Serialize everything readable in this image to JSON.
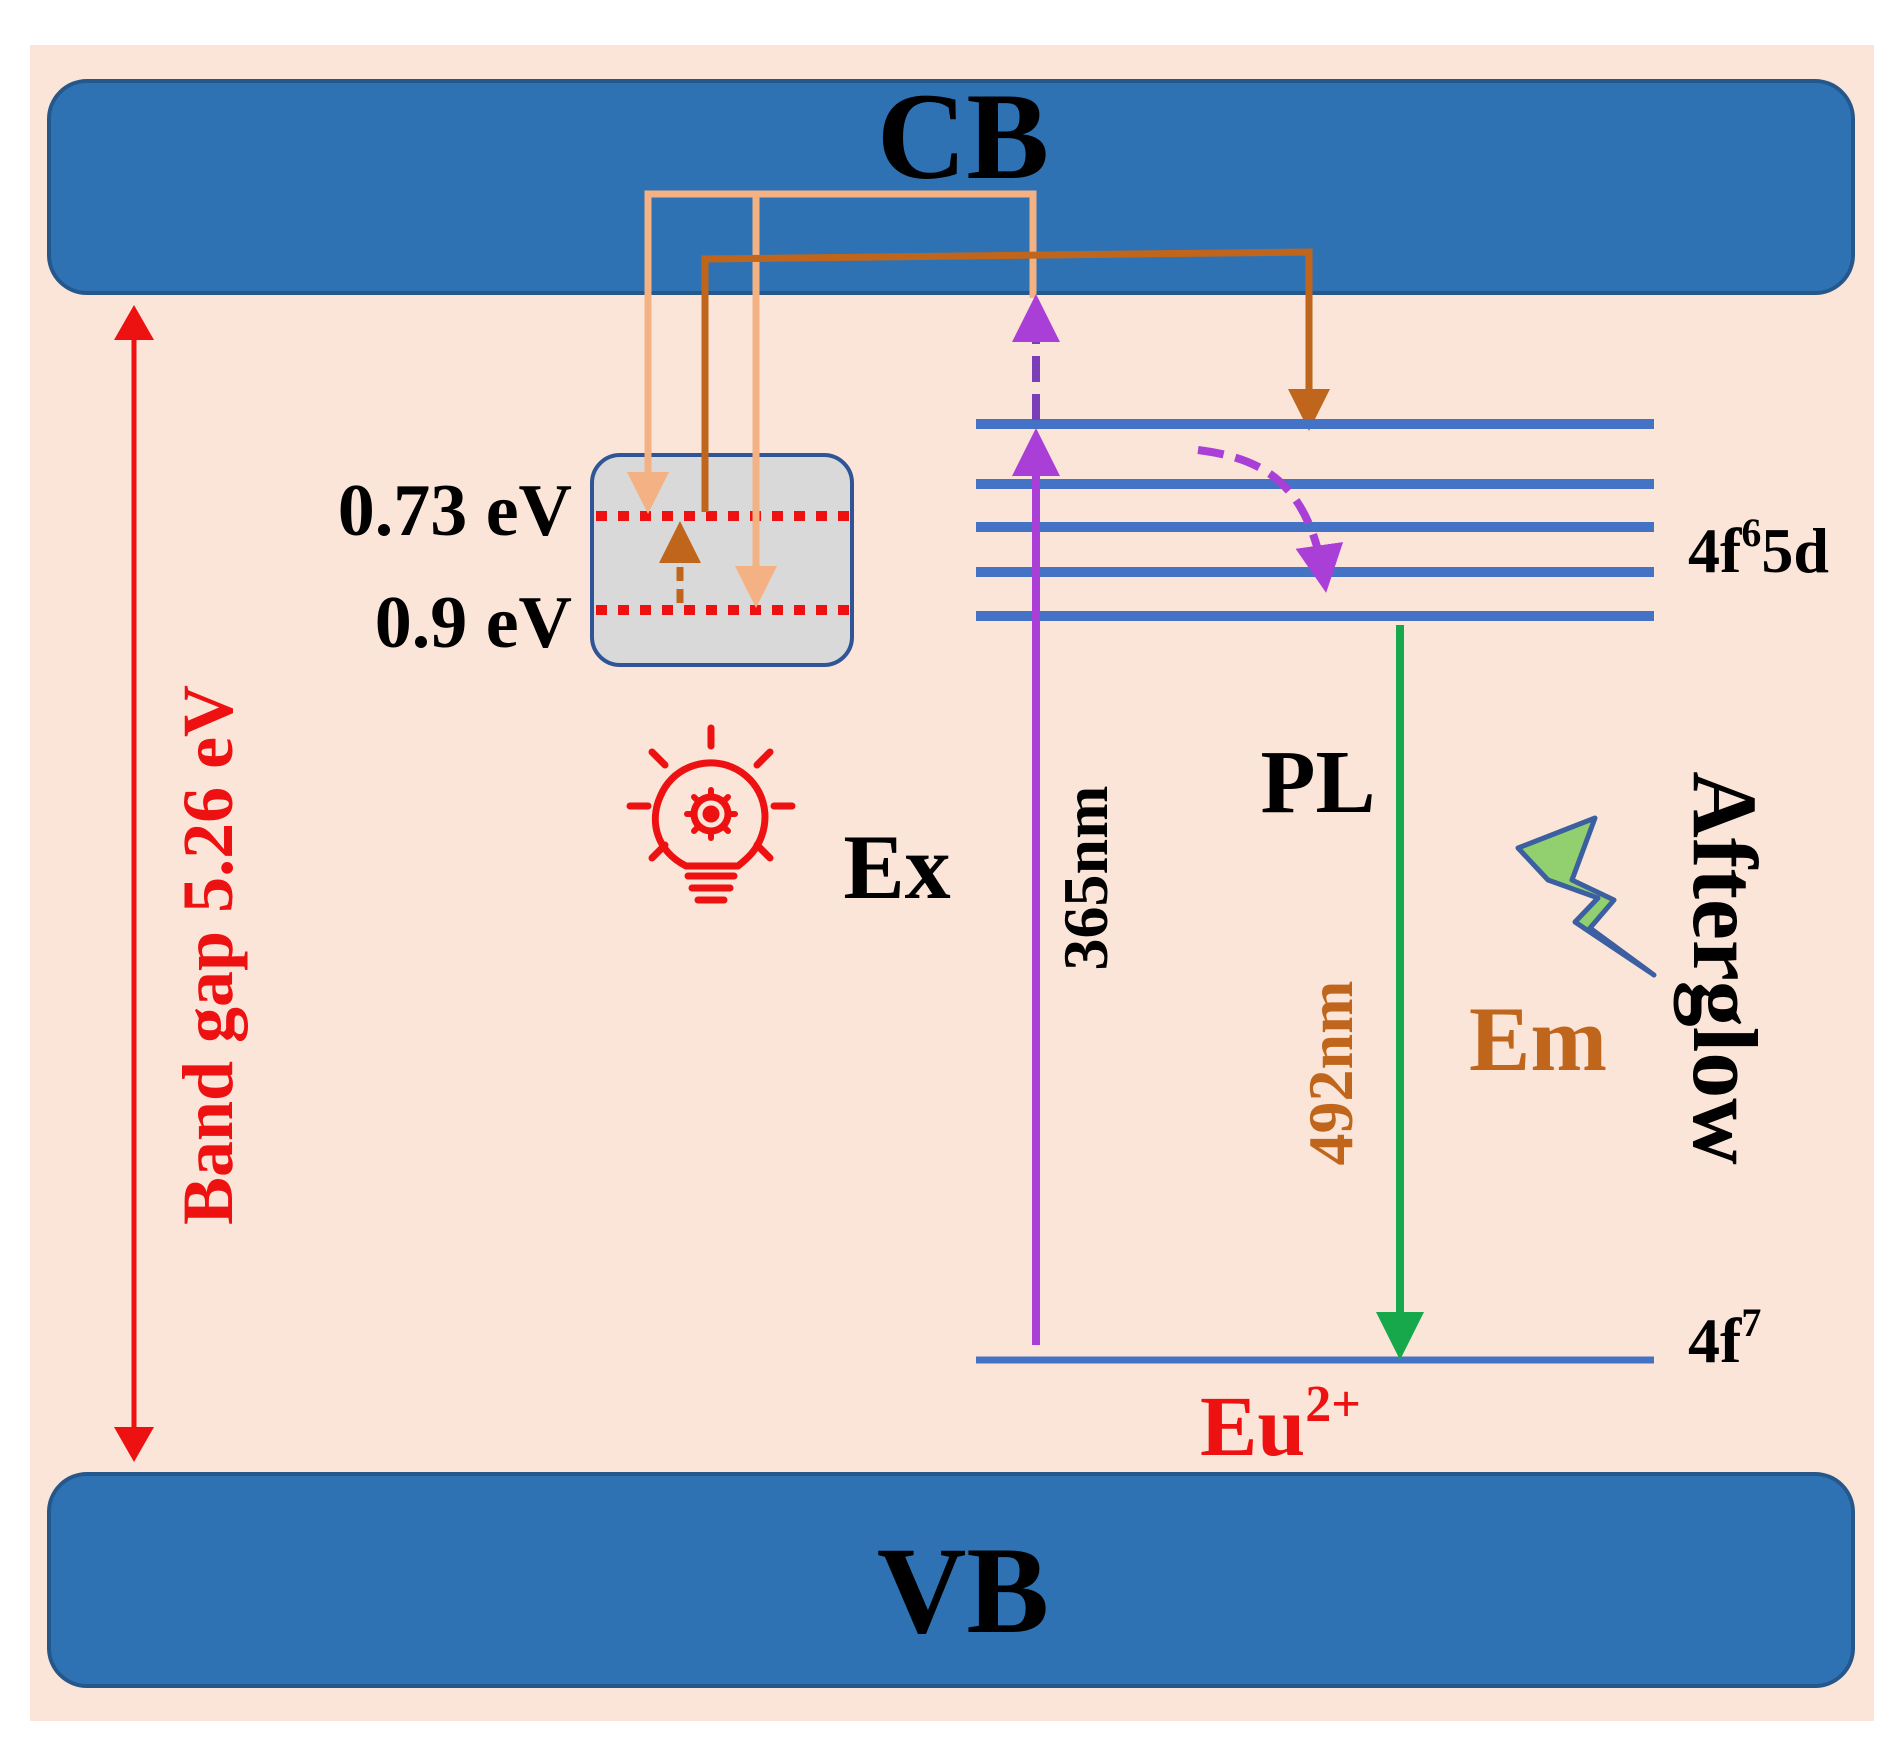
{
  "colors": {
    "panel_background": "#fae5d8",
    "band_fill": "#2e72b4",
    "band_stroke": "#26578a",
    "band_gap_arrow": "#ee1111",
    "level_line": "#4472c4",
    "trap_box_fill": "#d9d9d9",
    "trap_box_stroke": "#2f5597",
    "trap_level": "#ee1111",
    "light_orange_path": "#f4b183",
    "dark_orange_path": "#c0661c",
    "excitation_arrow": "#a93fd6",
    "emission_arrow": "#16a84b",
    "bolt_fill": "#92cf6e",
    "bolt_stroke": "#3b5fa0",
    "bulb_icon": "#ee1111",
    "text_black": "#000000",
    "text_red": "#ee1111",
    "text_orange": "#c0661c"
  },
  "bands": {
    "conduction": "CB",
    "valence": "VB"
  },
  "band_gap": {
    "label": "Band gap 5.26 eV"
  },
  "traps": {
    "shallow": "0.73 eV",
    "deep": "0.9 eV"
  },
  "levels": {
    "excited_main": "4f",
    "excited_sup": "6",
    "excited_tail": "5d",
    "ground_main": "4f",
    "ground_sup": "7"
  },
  "ion": {
    "main": "Eu",
    "sup": "2+"
  },
  "labels": {
    "excitation": "Ex",
    "excitation_wavelength": "365nm",
    "photoluminescence": "PL",
    "emission_wavelength": "492nm",
    "emission": "Em",
    "afterglow": "Afterglow"
  },
  "icons": {
    "excitation": "light-bulb-gear-icon",
    "afterglow": "lightning-bolt-icon"
  }
}
